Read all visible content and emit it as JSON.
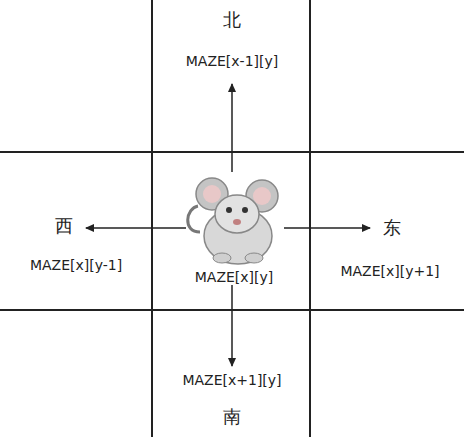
{
  "diagram": {
    "labels": [
      "北",
      "MAZE[x-1][y]",
      "西",
      "MAZE[x][y-1]",
      "东",
      "MAZE[x][y+1]",
      "MAZE[x][y]",
      "MAZE[x+1][y]",
      "南"
    ]
  }
}
